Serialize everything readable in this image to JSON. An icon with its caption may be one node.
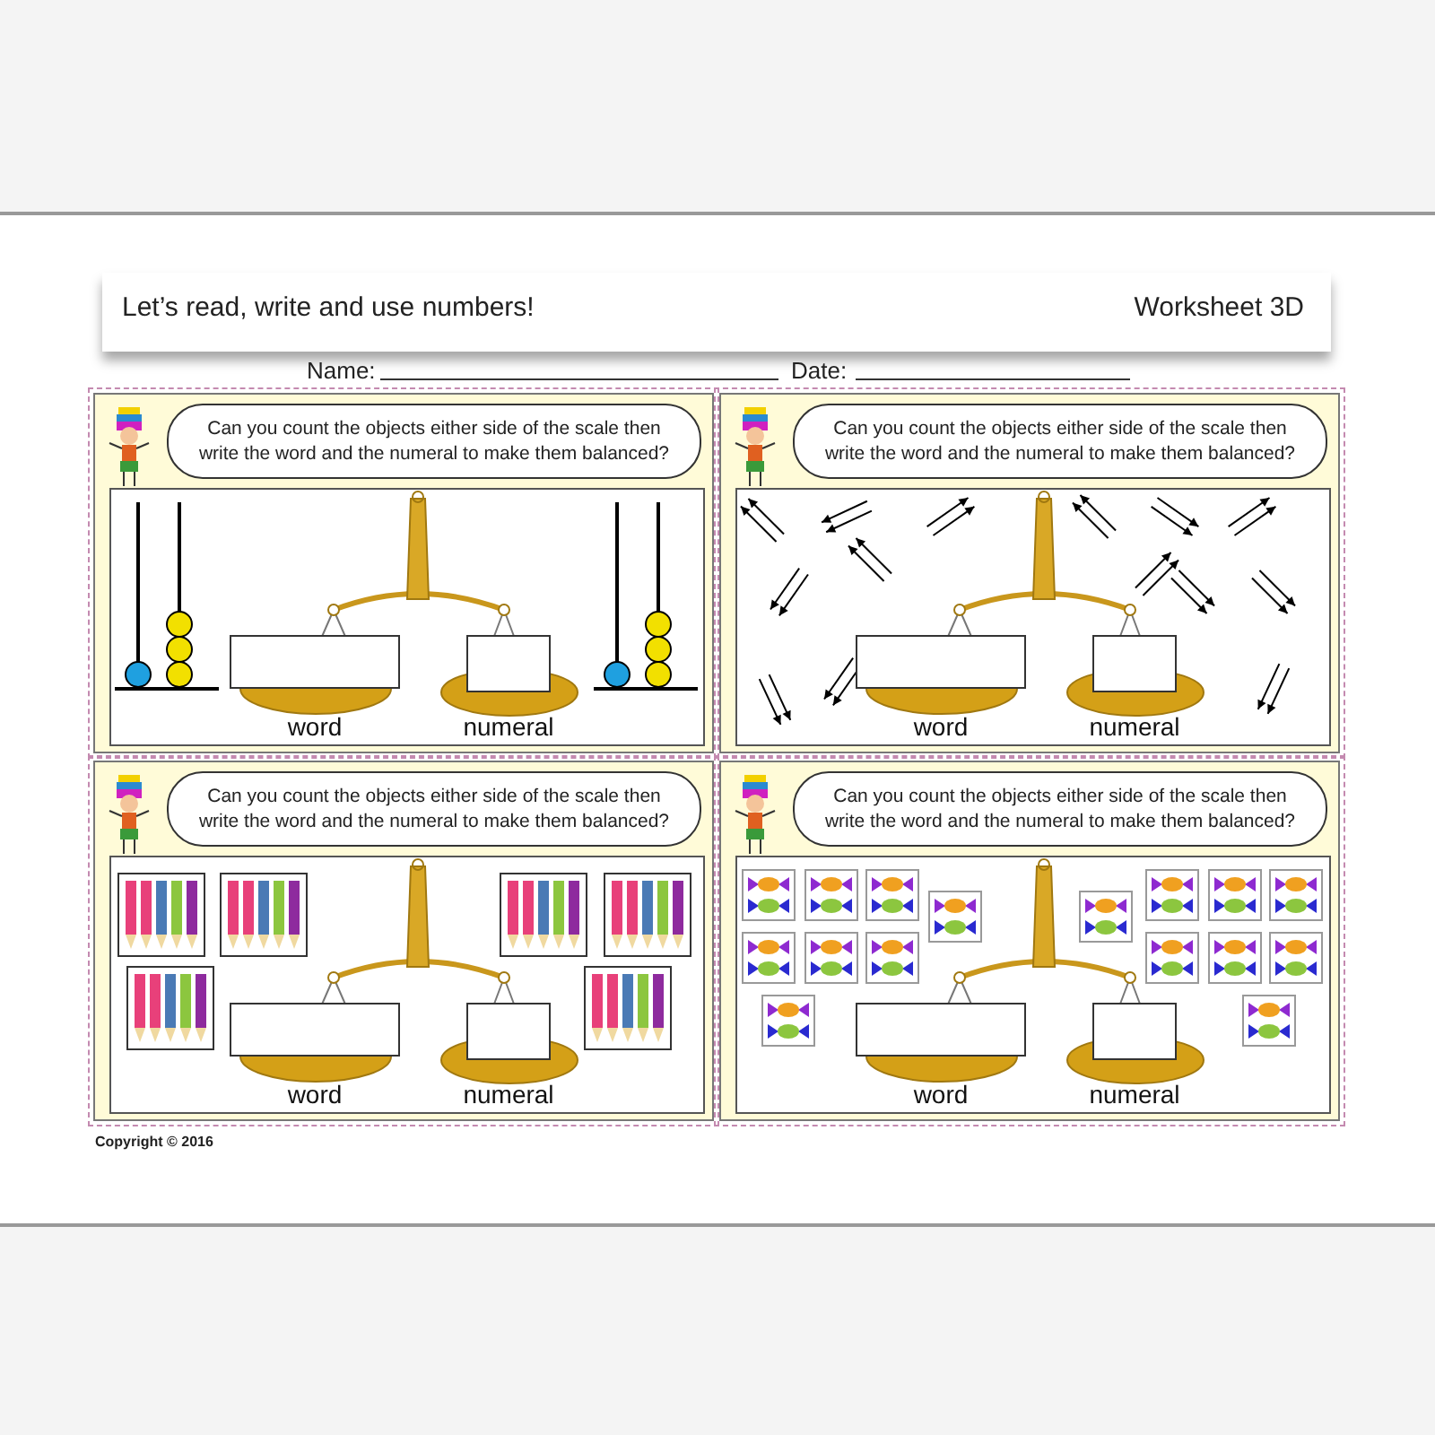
{
  "diagram": {
    "title": "Let’s read, write and use numbers!",
    "nodes": [
      {
        "text": [],
        "shape": "box"
      },
      {
        "text": [
          "Can you count the objects either side of the scale then write the word and the numeral to make them balanced?"
        ],
        "in": 0
      },
      {
        "text": [],
        "shape": "box",
        "in": 0,
        "beside": [
          "word"
        ]
      },
      {
        "text": [],
        "shape": "box",
        "in": 0,
        "beside": [
          "numeral"
        ]
      },
      {
        "text": [],
        "shape": "box"
      },
      {
        "text": [
          "Can you count the objects either side of the scale then write the word and the numeral to make them balanced?"
        ],
        "in": 4
      },
      {
        "text": [],
        "shape": "box",
        "in": 4,
        "beside": [
          "word"
        ]
      },
      {
        "text": [],
        "shape": "box",
        "in": 4,
        "beside": [
          "numeral"
        ]
      },
      {
        "text": [],
        "shape": "box"
      },
      {
        "text": [
          "Can you count the objects either side of the scale then write the word and the numeral to make them balanced?"
        ],
        "in": 8
      },
      {
        "text": [],
        "shape": "box",
        "in": 8,
        "beside": [
          "word"
        ]
      },
      {
        "text": [],
        "shape": "box",
        "in": 8,
        "beside": [
          "numeral"
        ]
      },
      {
        "text": [],
        "shape": "box"
      },
      {
        "text": [
          "Can you count the objects either side of the scale then write the word and the numeral to make them balanced?"
        ],
        "in": 12
      },
      {
        "text": [],
        "shape": "box",
        "in": 12,
        "beside": [
          "word"
        ]
      },
      {
        "text": [],
        "shape": "box",
        "in": 12,
        "beside": [
          "numeral"
        ]
      }
    ],
    "labels": [
      "Worksheet 3D",
      "Name:",
      "Date:",
      "Copyright © 2016"
    ]
  }
}
